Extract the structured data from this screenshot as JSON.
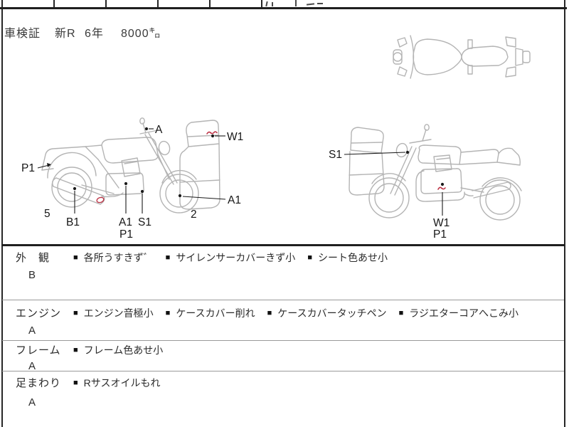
{
  "header": {
    "doc_label": "車検証",
    "registration_era": "新R",
    "registration_year": "6年",
    "mileage": "8000㌔"
  },
  "diagram": {
    "left_bike": {
      "labels": {
        "mirror": "A",
        "windshield": "W1",
        "rear_fender": "P1",
        "rear_tire": "5",
        "muffler": "B1",
        "engine_a1": "A1",
        "frame_s1": "S1",
        "engine_p1": "P1",
        "front_tire": "2",
        "front_wheel_a1": "A1"
      }
    },
    "right_bike": {
      "labels": {
        "fork_s1": "S1",
        "engine_w1": "W1",
        "engine_p1": "P1"
      }
    }
  },
  "table": {
    "bullet": "■",
    "rows": [
      {
        "category": "外　観",
        "grade": "B",
        "items": [
          "各所うすきず゛",
          "サイレンサーカバーきず小",
          "シート色あせ小"
        ]
      },
      {
        "category": "エンジン",
        "grade": "A",
        "items": [
          "エンジン音極小",
          "ケースカバー削れ",
          "ケースカバータッチペン",
          "ラジエターコアへこみ小"
        ]
      },
      {
        "category": "フレーム",
        "grade": "A",
        "items": [
          "フレーム色あせ小"
        ]
      },
      {
        "category": "足まわり",
        "grade": "A",
        "items": [
          "Rサスオイルもれ"
        ]
      }
    ]
  },
  "colors": {
    "line_art": "#b4b4b4",
    "label_ink": "#1a1a1a",
    "damage_red": "#bd3346",
    "border_dark": "#1f1f1f",
    "border_light": "#9a9a9a"
  }
}
